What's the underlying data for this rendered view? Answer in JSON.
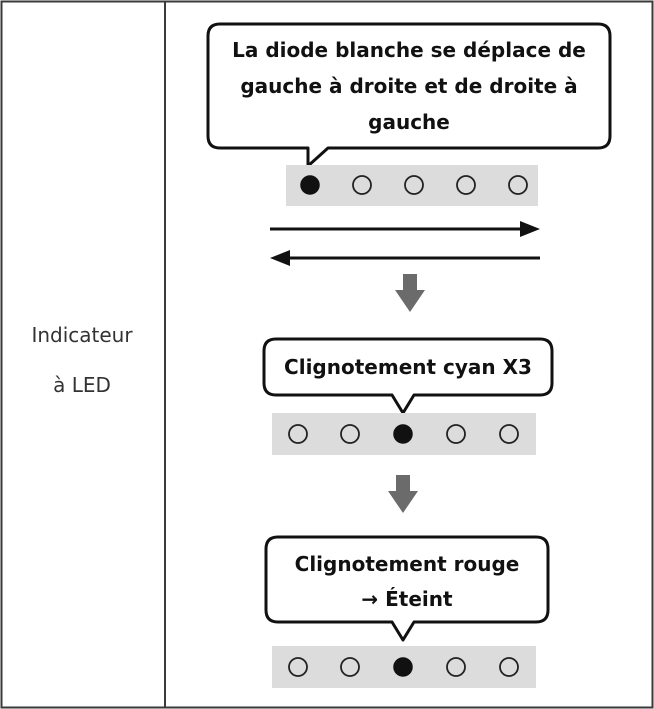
{
  "table": {
    "row_label_line1": "Indicateur",
    "row_label_line2": "à LED"
  },
  "steps": [
    {
      "bubble_lines": [
        "La diode blanche se déplace de",
        "gauche à droite et de droite à",
        "gauche"
      ],
      "leds": [
        "on",
        "off",
        "off",
        "off",
        "off"
      ]
    },
    {
      "bubble_lines": [
        "Clignotement cyan X3"
      ],
      "leds": [
        "off",
        "off",
        "on",
        "off",
        "off"
      ]
    },
    {
      "bubble_lines": [
        "Clignotement rouge",
        "→ Éteint"
      ],
      "leds": [
        "off",
        "off",
        "on",
        "off",
        "off"
      ]
    }
  ],
  "colors": {
    "border": "#3a3a3a",
    "led_strip": "#dcdcdc",
    "led_on": "#111111",
    "down_arrow": "#6b6b6b"
  },
  "icons": {
    "right_arrow": "arrow-right-icon",
    "left_arrow": "arrow-left-icon",
    "down_arrow": "arrow-down-icon"
  }
}
